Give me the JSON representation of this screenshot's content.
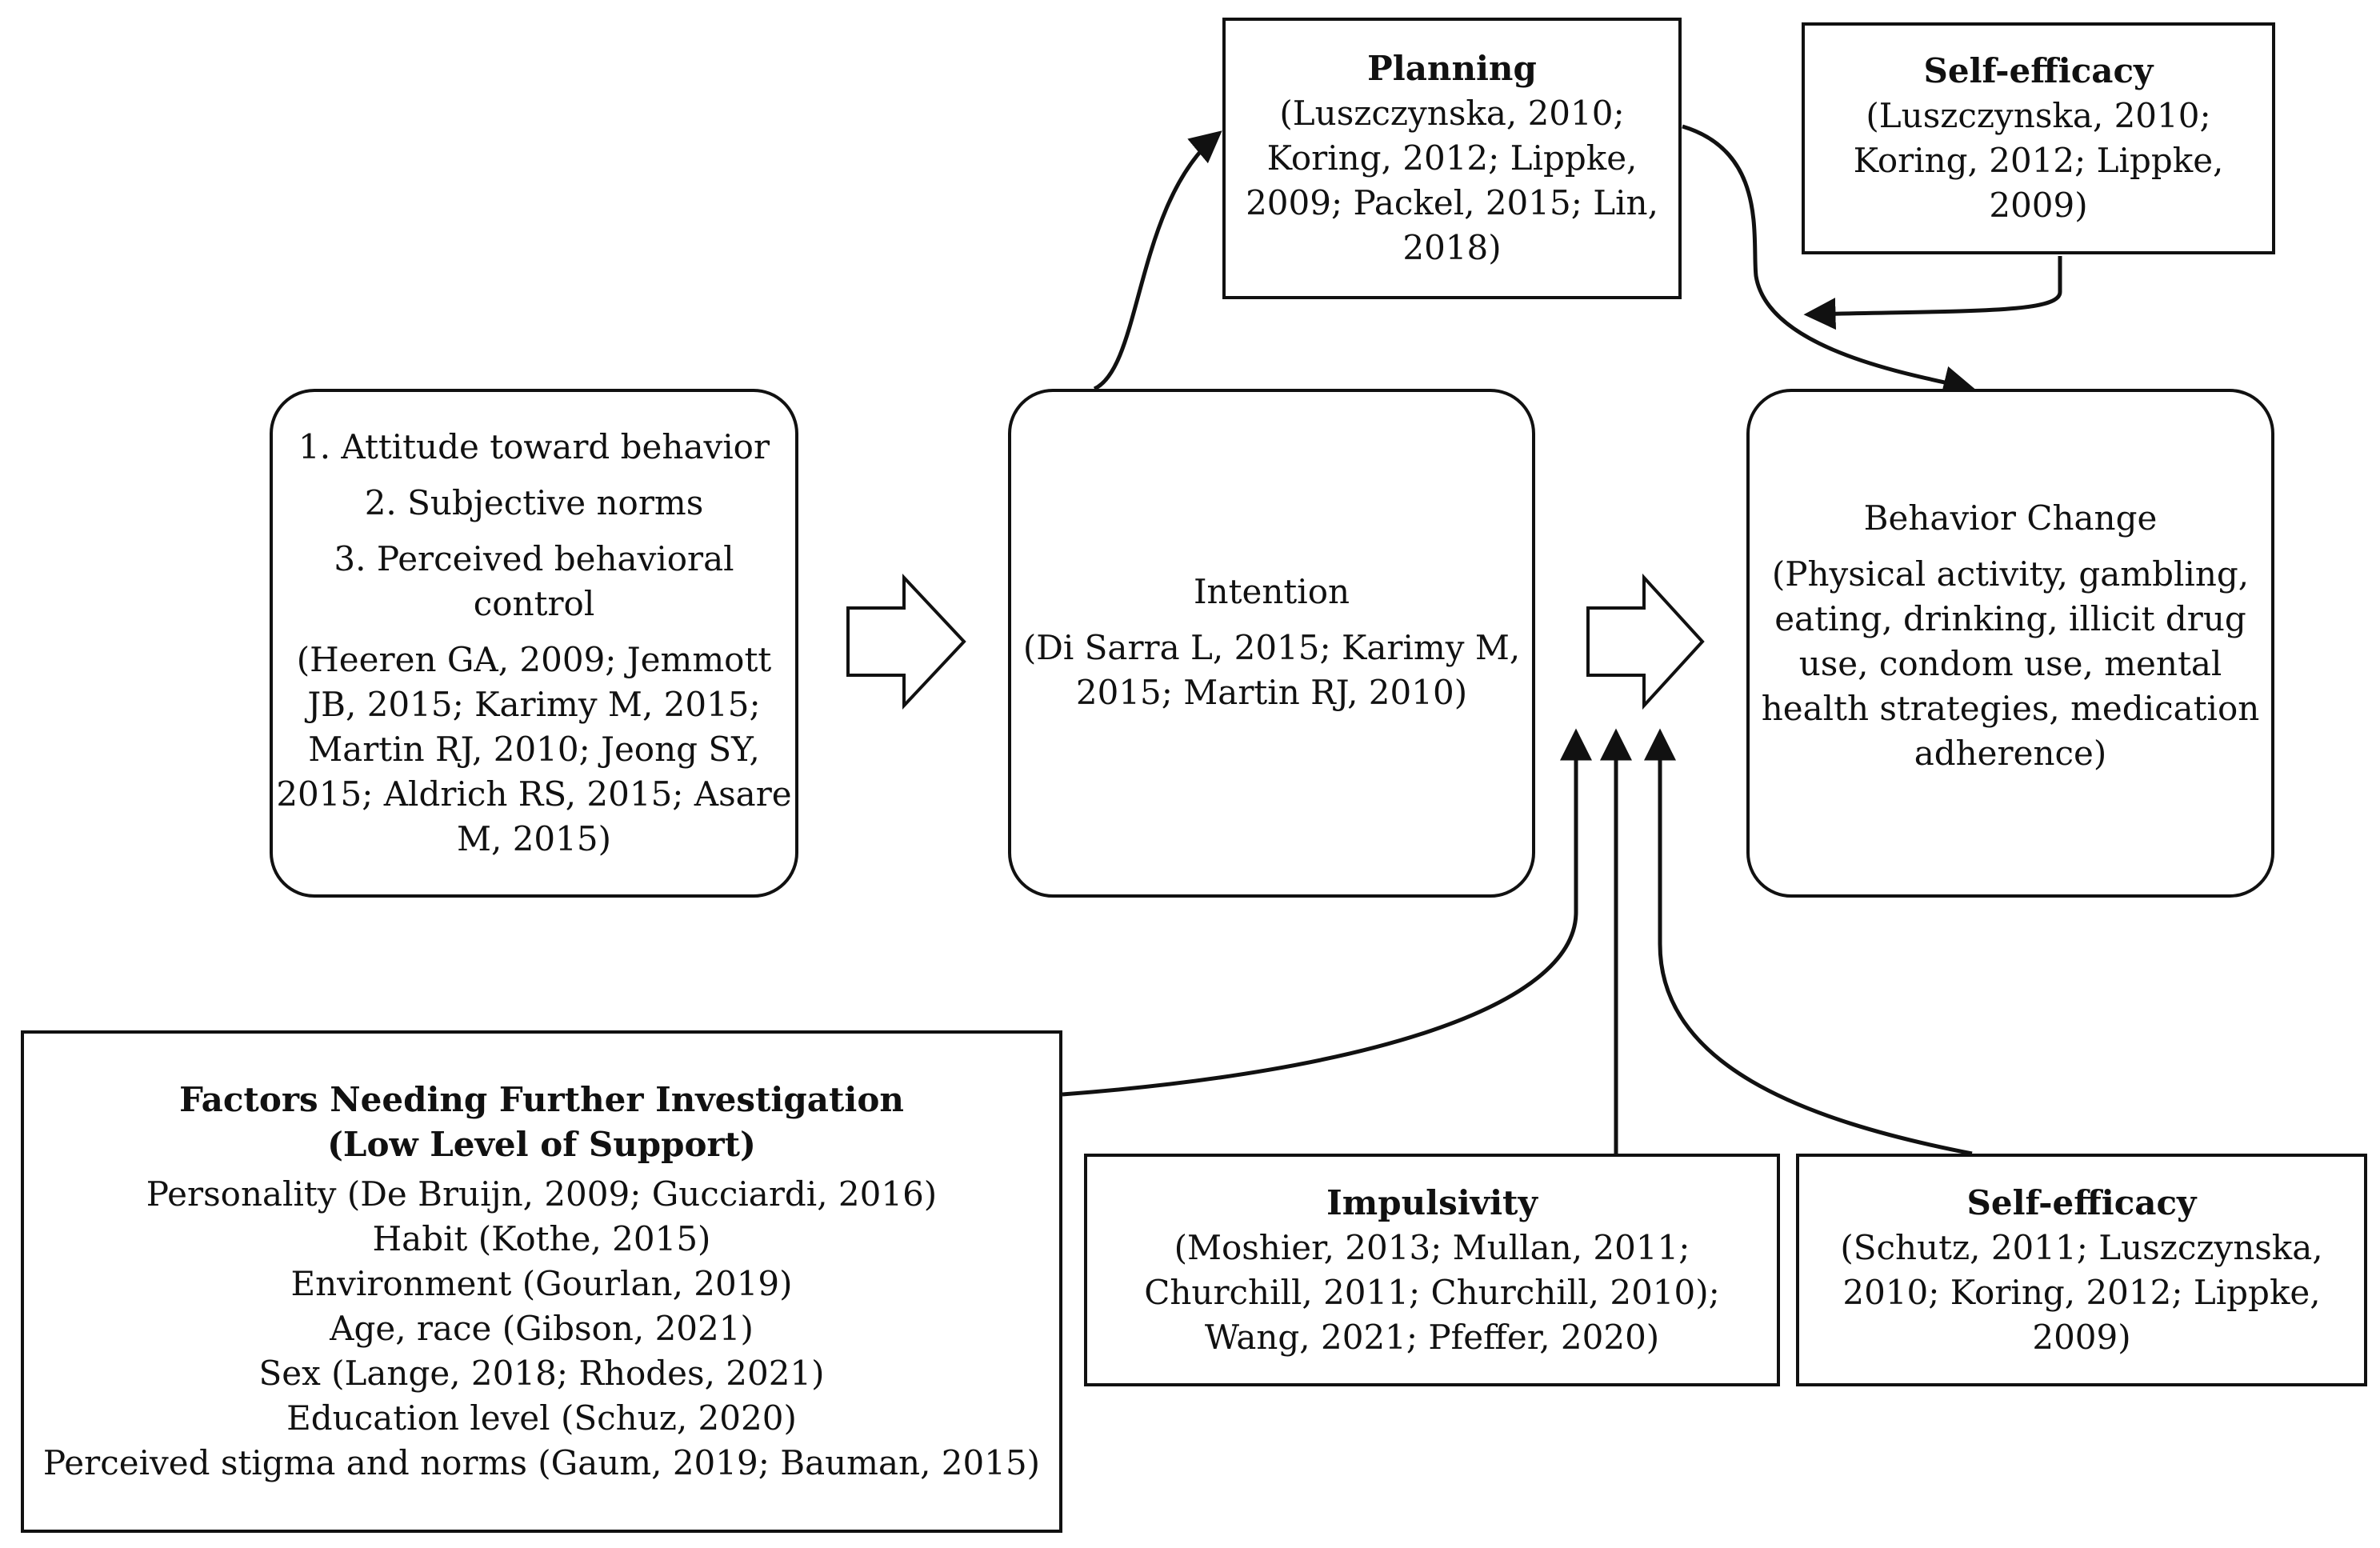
{
  "planning": {
    "title": "Planning",
    "refs": [
      "(Luszczynska, 2010;",
      "Koring, 2012; Lippke,",
      "2009; Packel, 2015; Lin,",
      "2018)"
    ]
  },
  "self_efficacy_top": {
    "title": "Self-efficacy",
    "refs": [
      "(Luszczynska, 2010;",
      "Koring, 2012; Lippke,",
      "2009)"
    ]
  },
  "determinants": {
    "items": [
      "1. Attitude toward behavior",
      "2. Subjective norms",
      "3. Perceived behavioral",
      "control"
    ],
    "refs": [
      "(Heeren GA, 2009; Jemmott",
      "JB, 2015; Karimy M, 2015;",
      "Martin RJ, 2010; Jeong SY,",
      "2015; Aldrich RS, 2015; Asare",
      "M, 2015)"
    ]
  },
  "intention": {
    "title": "Intention",
    "refs": [
      "(Di Sarra L, 2015; Karimy M,",
      "2015; Martin RJ, 2010)"
    ]
  },
  "behavior_change": {
    "title": "Behavior Change",
    "refs": [
      "(Physical activity, gambling,",
      "eating, drinking, illicit drug",
      "use, condom use, mental",
      "health strategies, medication",
      "adherence)"
    ]
  },
  "factors": {
    "title": "Factors Needing Further Investigation",
    "subtitle": "(Low Level of Support)",
    "lines": [
      "Personality (De Bruijn, 2009; Gucciardi, 2016)",
      "Habit (Kothe, 2015)",
      "Environment (Gourlan, 2019)",
      "Age, race (Gibson, 2021)",
      "Sex (Lange, 2018; Rhodes, 2021)",
      "Education level (Schuz, 2020)",
      "Perceived stigma and norms (Gaum, 2019; Bauman, 2015)"
    ]
  },
  "impulsivity": {
    "title": "Impulsivity",
    "refs": [
      "(Moshier, 2013; Mullan, 2011;",
      "Churchill, 2011; Churchill, 2010);",
      "Wang, 2021; Pfeffer, 2020)"
    ]
  },
  "self_efficacy_bottom": {
    "title": "Self-efficacy",
    "refs": [
      "(Schutz, 2011; Luszczynska,",
      "2010; Koring, 2012; Lippke,",
      "2009)"
    ]
  }
}
